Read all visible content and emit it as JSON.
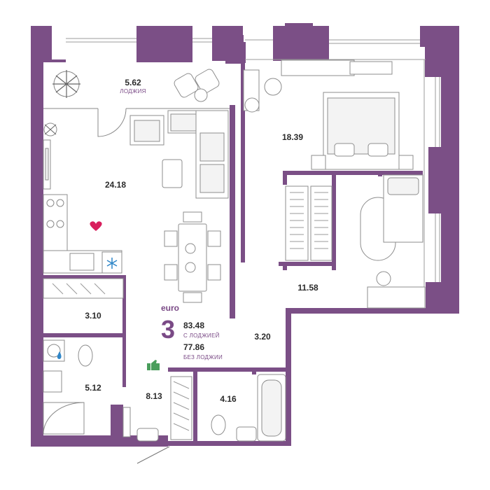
{
  "plan": {
    "wall_color": "#7b4f86",
    "accent_color": "#7a4a86",
    "rooms": {
      "loggia_area": "5.62",
      "loggia_name": "ЛОДЖИЯ",
      "living_area": "24.18",
      "bedroom_area": "18.39",
      "room2_area": "11.58",
      "hall_area": "8.13",
      "corridor_area": "3.20",
      "storage_area": "3.10",
      "bath1_area": "5.12",
      "bath2_area": "4.16"
    },
    "summary": {
      "format": "euro",
      "rooms_count": "3",
      "area_with_loggia": "83.48",
      "with_loggia_label": "С ЛОДЖИЕЙ",
      "area_without_loggia": "77.86",
      "without_loggia_label": "БЕЗ ЛОДЖИИ"
    },
    "icons": {
      "heart": "heart-icon",
      "like": "thumbs-up-icon",
      "water": "water-drop-icon",
      "freezer": "snowflake-icon"
    }
  }
}
